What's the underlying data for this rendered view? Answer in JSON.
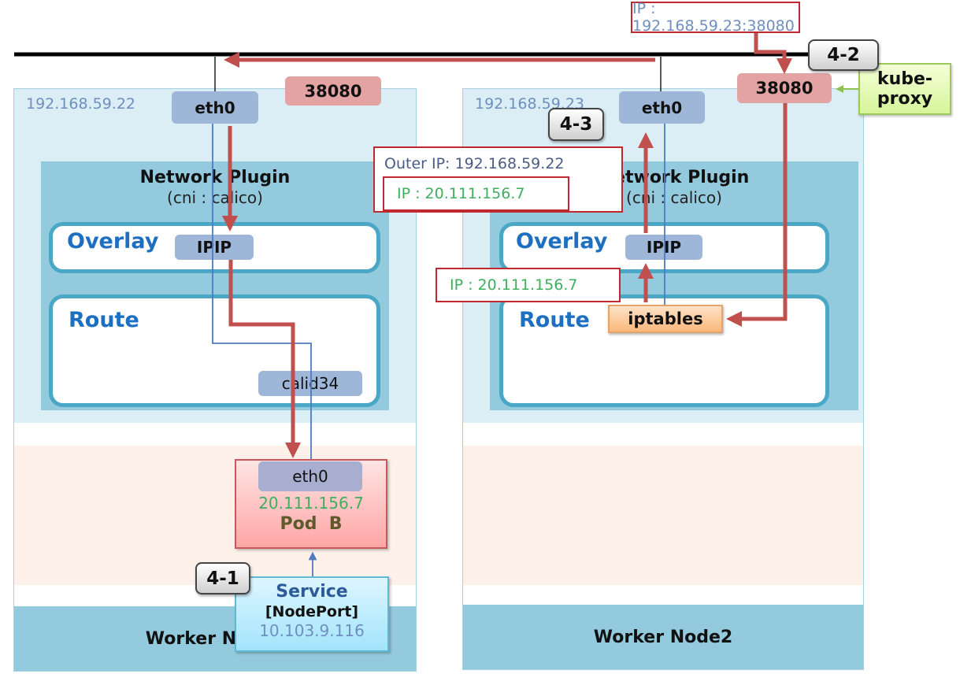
{
  "diagram": {
    "top_ip_label": "IP : 192.168.59.23:38080",
    "outer_ip_label": "Outer IP: 192.168.59.22",
    "inner_ip_label": "IP : 20.111.156.7",
    "route_ip_label": "IP : 20.111.156.7",
    "colors": {
      "flow_arrow": "#c0504d",
      "node_bg": "#dbeef5",
      "plugin_bg": "#94cadd",
      "panel_border": "#4aa7c5",
      "label_blue": "#1d6fc1",
      "ip_green": "#3fae5e"
    }
  },
  "steps": {
    "s41": "4-1",
    "s42": "4-2",
    "s43": "4-3"
  },
  "kube_proxy": {
    "line1": "kube-",
    "line2": "proxy"
  },
  "node1": {
    "ip": "192.168.59.22",
    "eth0": "eth0",
    "port": "38080",
    "plugin_title": "Network Plugin",
    "plugin_sub": "(cni : calico)",
    "overlay_label": "Overlay",
    "ipip": "IPIP",
    "route_label": "Route",
    "calid": "calid34",
    "pod": {
      "eth0": "eth0",
      "ip": "20.111.156.7",
      "name": "Pod  B"
    },
    "service": {
      "title": "Service",
      "type": "[NodePort]",
      "ip": "10.103.9.116"
    },
    "name": "Worker Node1"
  },
  "node2": {
    "ip": "192.168.59.23",
    "eth0": "eth0",
    "port": "38080",
    "plugin_title": "Network Plugin",
    "plugin_sub": "(cni : calico)",
    "overlay_label": "Overlay",
    "ipip": "IPIP",
    "route_label": "Route",
    "iptables": "iptables",
    "name": "Worker Node2"
  }
}
